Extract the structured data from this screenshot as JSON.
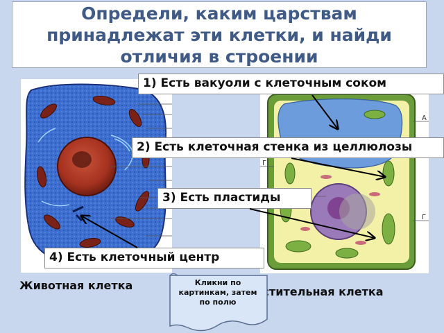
{
  "title": "Определи, каким царствам принадлежат эти клетки, и найди отличия в строении",
  "callouts": {
    "vacuole": "1) Есть вакуоли с клеточным соком",
    "wall": "2) Есть клеточная стенка из целлюлозы",
    "plastids": "3) Есть пластиды",
    "centre": "4) Есть клеточный центр"
  },
  "captions": {
    "animal": "Животная клетка",
    "plant": "Растительная клетка"
  },
  "note": "Кликни по картинкам, затем по полю",
  "plant_labels": {
    "top_right": "А",
    "left": "Г",
    "right": "Г"
  },
  "colors": {
    "background": "#c8d7ee",
    "title_text": "#3f5a85"
  }
}
